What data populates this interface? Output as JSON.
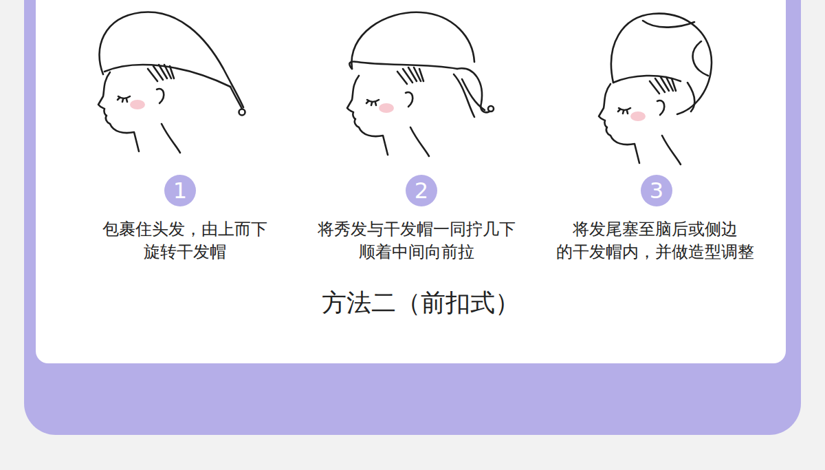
{
  "diagram": {
    "title": "方法二（前扣式）",
    "nodes": [
      {
        "text": [
          "1"
        ]
      },
      {
        "text": [
          "2"
        ]
      },
      {
        "text": [
          "3"
        ]
      }
    ],
    "labels": [
      "包裹住头发，由上而下 旋转干发帽",
      "将秀发与干发帽一同拧几下 顺着中间向前拉",
      "将发尾塞至脑后或侧边 的干发帽内，并做造型调整"
    ]
  }
}
